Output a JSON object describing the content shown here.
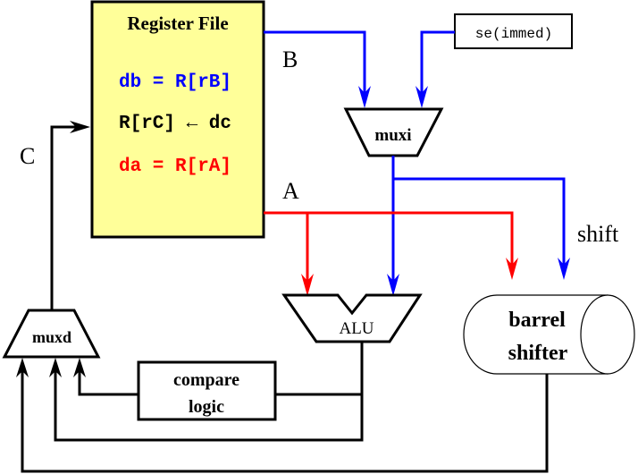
{
  "register_file": {
    "title": "Register File",
    "line_b": "db = R[rB]",
    "line_c": "R[rC] ← dc",
    "line_a": "da = R[rA]"
  },
  "labels": {
    "bus_b": "B",
    "bus_a": "A",
    "bus_c": "C",
    "shift": "shift"
  },
  "blocks": {
    "immediate": "se(immed)",
    "muxi": "muxi",
    "alu": "ALU",
    "muxd": "muxd",
    "compare_line1": "compare",
    "compare_line2": "logic",
    "barrel_line1": "barrel",
    "barrel_line2": "shifter"
  },
  "colors": {
    "bus_a": "#ff0000",
    "bus_b": "#0000ff",
    "wire": "#000000",
    "register_fill": "#ffff99"
  }
}
